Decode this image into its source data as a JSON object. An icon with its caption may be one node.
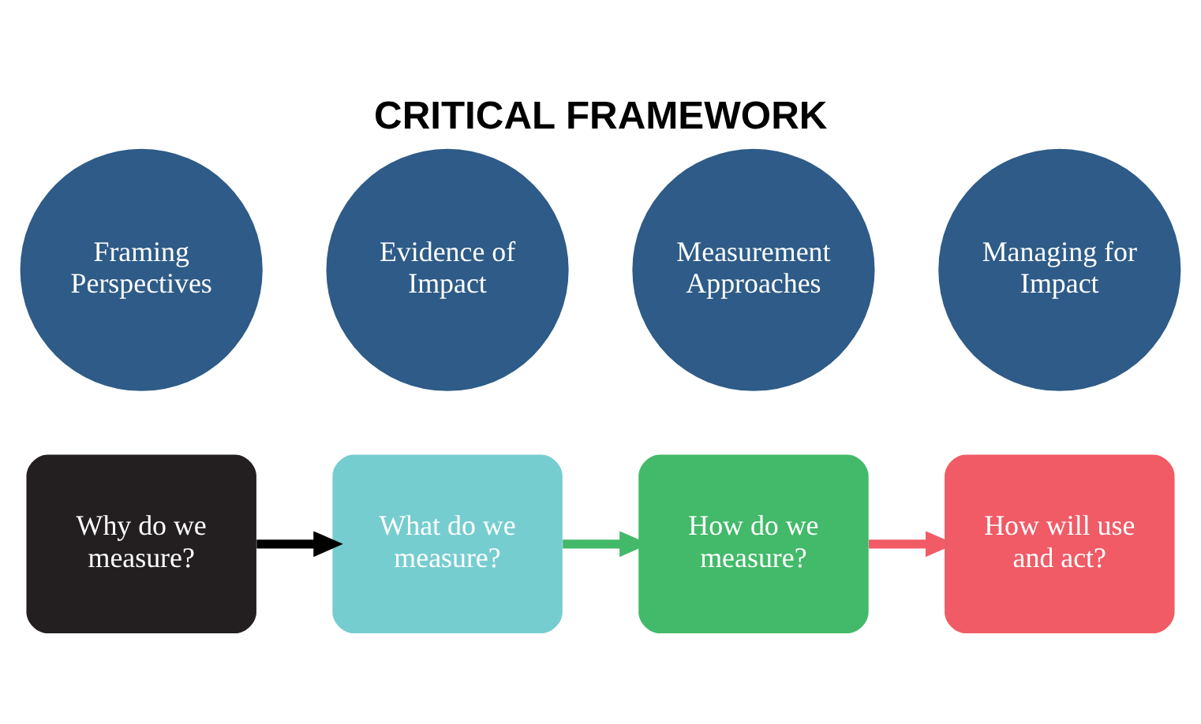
{
  "diagram": {
    "title": "CRITICAL FRAMEWORK",
    "nodes": [
      {
        "text": [
          "Why do we measure?"
        ]
      },
      {
        "text": [
          "What do we measure?"
        ]
      },
      {
        "text": [
          "How do we measure?"
        ]
      },
      {
        "text": [
          "How will use and act?"
        ]
      },
      {
        "text": [
          "Framing Perspectives"
        ]
      },
      {
        "text": [
          "Evidence of Impact"
        ]
      },
      {
        "text": [
          "Measurement Approaches"
        ]
      },
      {
        "text": [
          "Managing for Impact"
        ]
      }
    ],
    "edges": [
      {
        "from": 0,
        "to": 1,
        "arrow": "to",
        "color": "#000000"
      },
      {
        "from": 1,
        "to": 2,
        "arrow": "to",
        "color": "#43b96a"
      },
      {
        "from": 2,
        "to": 3,
        "arrow": "to",
        "color": "#f05b66"
      }
    ]
  }
}
